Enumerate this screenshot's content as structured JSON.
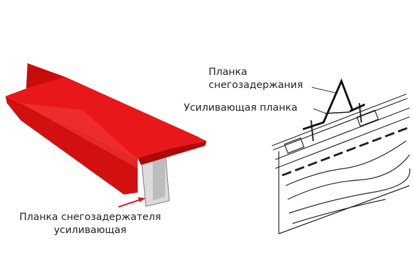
{
  "labels": {
    "reinforcing_strip_line1": "Планка снегозадержателя",
    "reinforcing_strip_line2": "усиливающая",
    "snow_guard_strip_line1": "Планка",
    "snow_guard_strip_line2": "снегозадержания",
    "reinforcing_strip_short": "Усиливающая планка"
  },
  "colors": {
    "profile_red": "#e01010",
    "arrow_red": "#d02020",
    "steel_gray": "#d8d8d8",
    "line_black": "#222222"
  }
}
